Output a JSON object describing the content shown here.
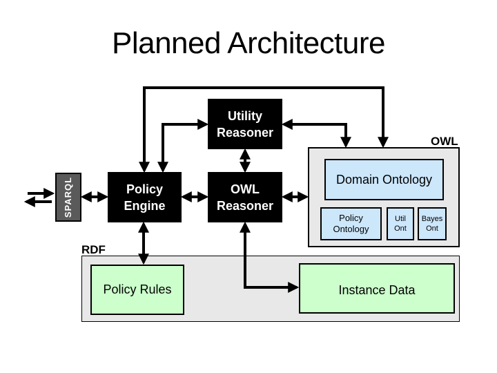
{
  "title": "Planned Architecture",
  "components": {
    "sparql": "SPARQL",
    "policy_engine": [
      "Policy",
      "Engine"
    ],
    "owl_reasoner": [
      "OWL",
      "Reasoner"
    ],
    "utility_reasoner": [
      "Utility",
      "Reasoner"
    ]
  },
  "owl_store": {
    "label": "OWL",
    "domain_ontology": "Domain Ontology",
    "policy_ontology": [
      "Policy",
      "Ontology"
    ],
    "util_ont": [
      "Util",
      "Ont"
    ],
    "bayes_ont": [
      "Bayes",
      "Ont"
    ]
  },
  "rdf_store": {
    "label": "RDF",
    "policy_rules": "Policy Rules",
    "instance_data": "Instance Data"
  },
  "colors": {
    "component": "#000000",
    "sparql": "#5a5a5a",
    "container": "#e8e8e8",
    "ontology": "#cce6fa",
    "rdf_item": "#ccffcc"
  }
}
